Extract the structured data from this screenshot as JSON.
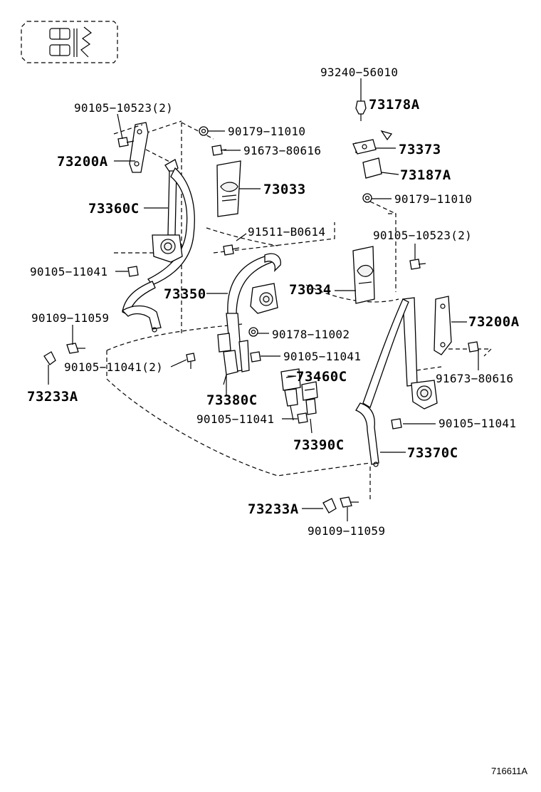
{
  "diagram": {
    "labels": {
      "p93240_56010": "93240−56010",
      "p73178A": "73178A",
      "p90105_10523_2_left": "90105−10523(2)",
      "p90179_11010_top": "90179−11010",
      "p91673_80616_top": "91673−80616",
      "p73373": "73373",
      "p73200A_left": "73200A",
      "p73187A": "73187A",
      "p73033": "73033",
      "p90179_11010_right": "90179−11010",
      "p73360C": "73360C",
      "p91511_B0614": "91511−B0614",
      "p90105_10523_2_right": "90105−10523(2)",
      "p90105_11041_left": "90105−11041",
      "p73350": "73350",
      "p73034": "73034",
      "p90109_11059_left": "90109−11059",
      "p73200A_right": "73200A",
      "p90178_11002": "90178−11002",
      "p90105_11041_mid": "90105−11041",
      "p90105_11041_2": "90105−11041(2)",
      "p73233A_left": "73233A",
      "p73460C": "73460C",
      "p91673_80616_right": "91673−80616",
      "p73380C": "73380C",
      "p90105_11041_lower": "90105−11041",
      "p90105_11041_right": "90105−11041",
      "p73390C": "73390C",
      "p73370C": "73370C",
      "p73233A_right": "73233A",
      "p90109_11059_right": "90109−11059"
    },
    "drawing_code": "716611A"
  }
}
